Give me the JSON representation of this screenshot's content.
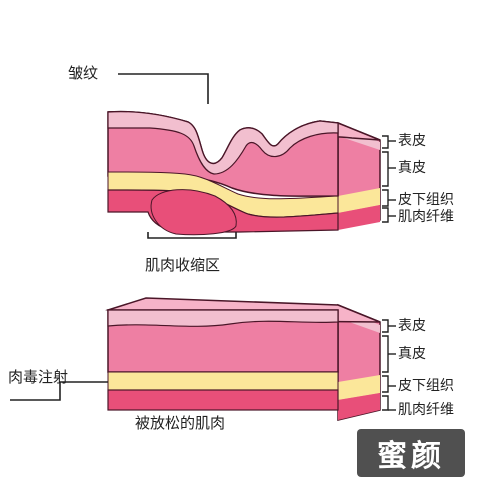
{
  "colors": {
    "epidermis": "#f2bfcf",
    "dermis": "#ee7fa3",
    "dermis_light": "#f6b3c8",
    "subcutaneous": "#fbe79a",
    "muscle": "#e84f79",
    "outline": "#4a1628",
    "line": "#222222"
  },
  "top_diagram": {
    "label_wrinkle": "皱纹",
    "label_muscle_contraction": "肌肉收缩区",
    "layers": [
      "表皮",
      "真皮",
      "皮下组织",
      "肌肉纤维"
    ]
  },
  "bottom_diagram": {
    "label_injection": "肉毒注射",
    "label_relaxed": "被放松的肌肉",
    "layers": [
      "表皮",
      "真皮",
      "皮下组织",
      "肌肉纤维"
    ]
  },
  "watermark": "蜜颜"
}
